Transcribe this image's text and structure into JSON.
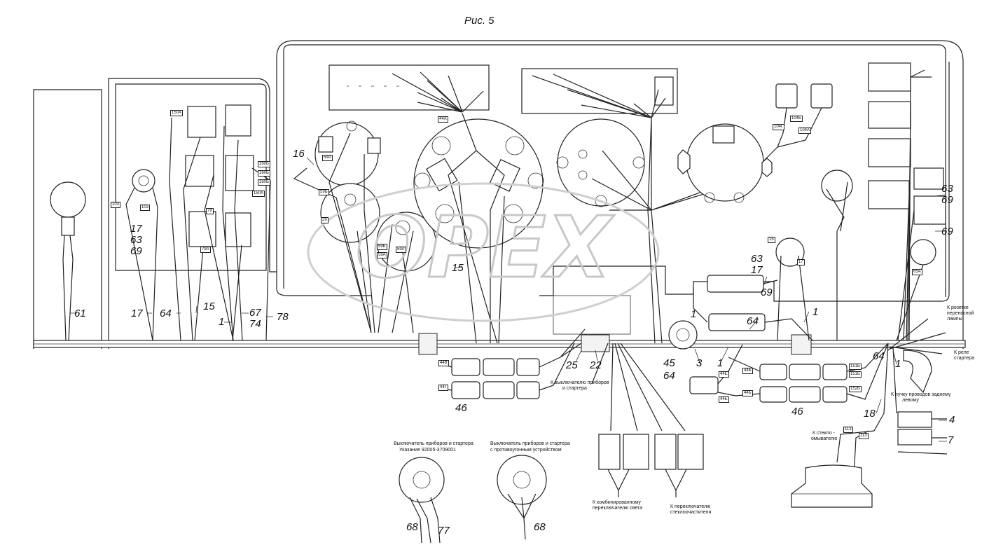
{
  "figure": {
    "title": "Рис. 5"
  },
  "watermark": {
    "text": "OPEX"
  },
  "callouts": {
    "c61": "61",
    "c17a": "17",
    "c63a": "63",
    "c69a": "69",
    "c17b": "17",
    "c64a": "64",
    "c15a": "15",
    "c1a": "1",
    "c67": "67",
    "c74": "74",
    "c78": "78",
    "c16": "16",
    "c15b": "15",
    "c25": "25",
    "c22": "22",
    "c46a": "46",
    "c45": "45",
    "c3": "3",
    "c64b": "64",
    "c1b": "1",
    "c64c": "64",
    "c1c": "1",
    "c63b": "63",
    "c17c": "17",
    "c69b": "69",
    "c1d": "1",
    "c46b": "46",
    "c64d": "64",
    "c1e": "1",
    "c18": "18",
    "c63c": "63",
    "c69c": "69",
    "c69d": "69",
    "c4": "4",
    "c7": "7",
    "c68a": "68",
    "c77": "77",
    "c68b": "68"
  },
  "notes": {
    "switch1_title": "Выключатель приборов и стартера",
    "switch1_sub": "Указание 92005-3709001",
    "switch2_title": "Выключатель приборов и стартера",
    "switch2_sub": "с противоугонным устройством",
    "to_switch_starter": "К выключателю приборов",
    "to_switch_starter2": "и стартера",
    "to_combined_switch": "К комбинированному",
    "to_combined_switch2": "переключателю света",
    "to_wiper_switch": "К переключателю",
    "to_wiper_switch2": "стеклоочистителя",
    "to_washer": "К стекло -",
    "to_washer2": "омывателю",
    "to_lamp_socket": "К розетке",
    "to_lamp_socket2": "переносной",
    "to_lamp_socket3": "лампы",
    "to_starter_relay": "К реле",
    "to_starter_relay2": "стартера",
    "to_left_harness": "К пучку проводов заднему",
    "to_left_harness2": "левому"
  },
  "wire_tags": {
    "t1": "150А",
    "t2": "160Б",
    "t3": "160Б",
    "t4": "160Б",
    "t5": "150А",
    "t6": "79",
    "t7": "79А",
    "t8": "103",
    "t9": "103",
    "t10": "59А",
    "t11": "59Б",
    "t12": "59Л",
    "t13": "59А",
    "t14": "44А",
    "t15": "29",
    "t16": "104Б",
    "t17": "104Г",
    "t18": "104А",
    "t19": "44В",
    "t20": "44Г",
    "t21": "44Б",
    "t22": "44Б",
    "t23": "44Е",
    "t24": "151Б",
    "t25": "151Б",
    "t26": "152Б",
    "t27": "44Е",
    "t28": "113",
    "t29": "113",
    "t30": "15",
    "t31": "17",
    "t32": "65А",
    "t33": "59Б"
  }
}
